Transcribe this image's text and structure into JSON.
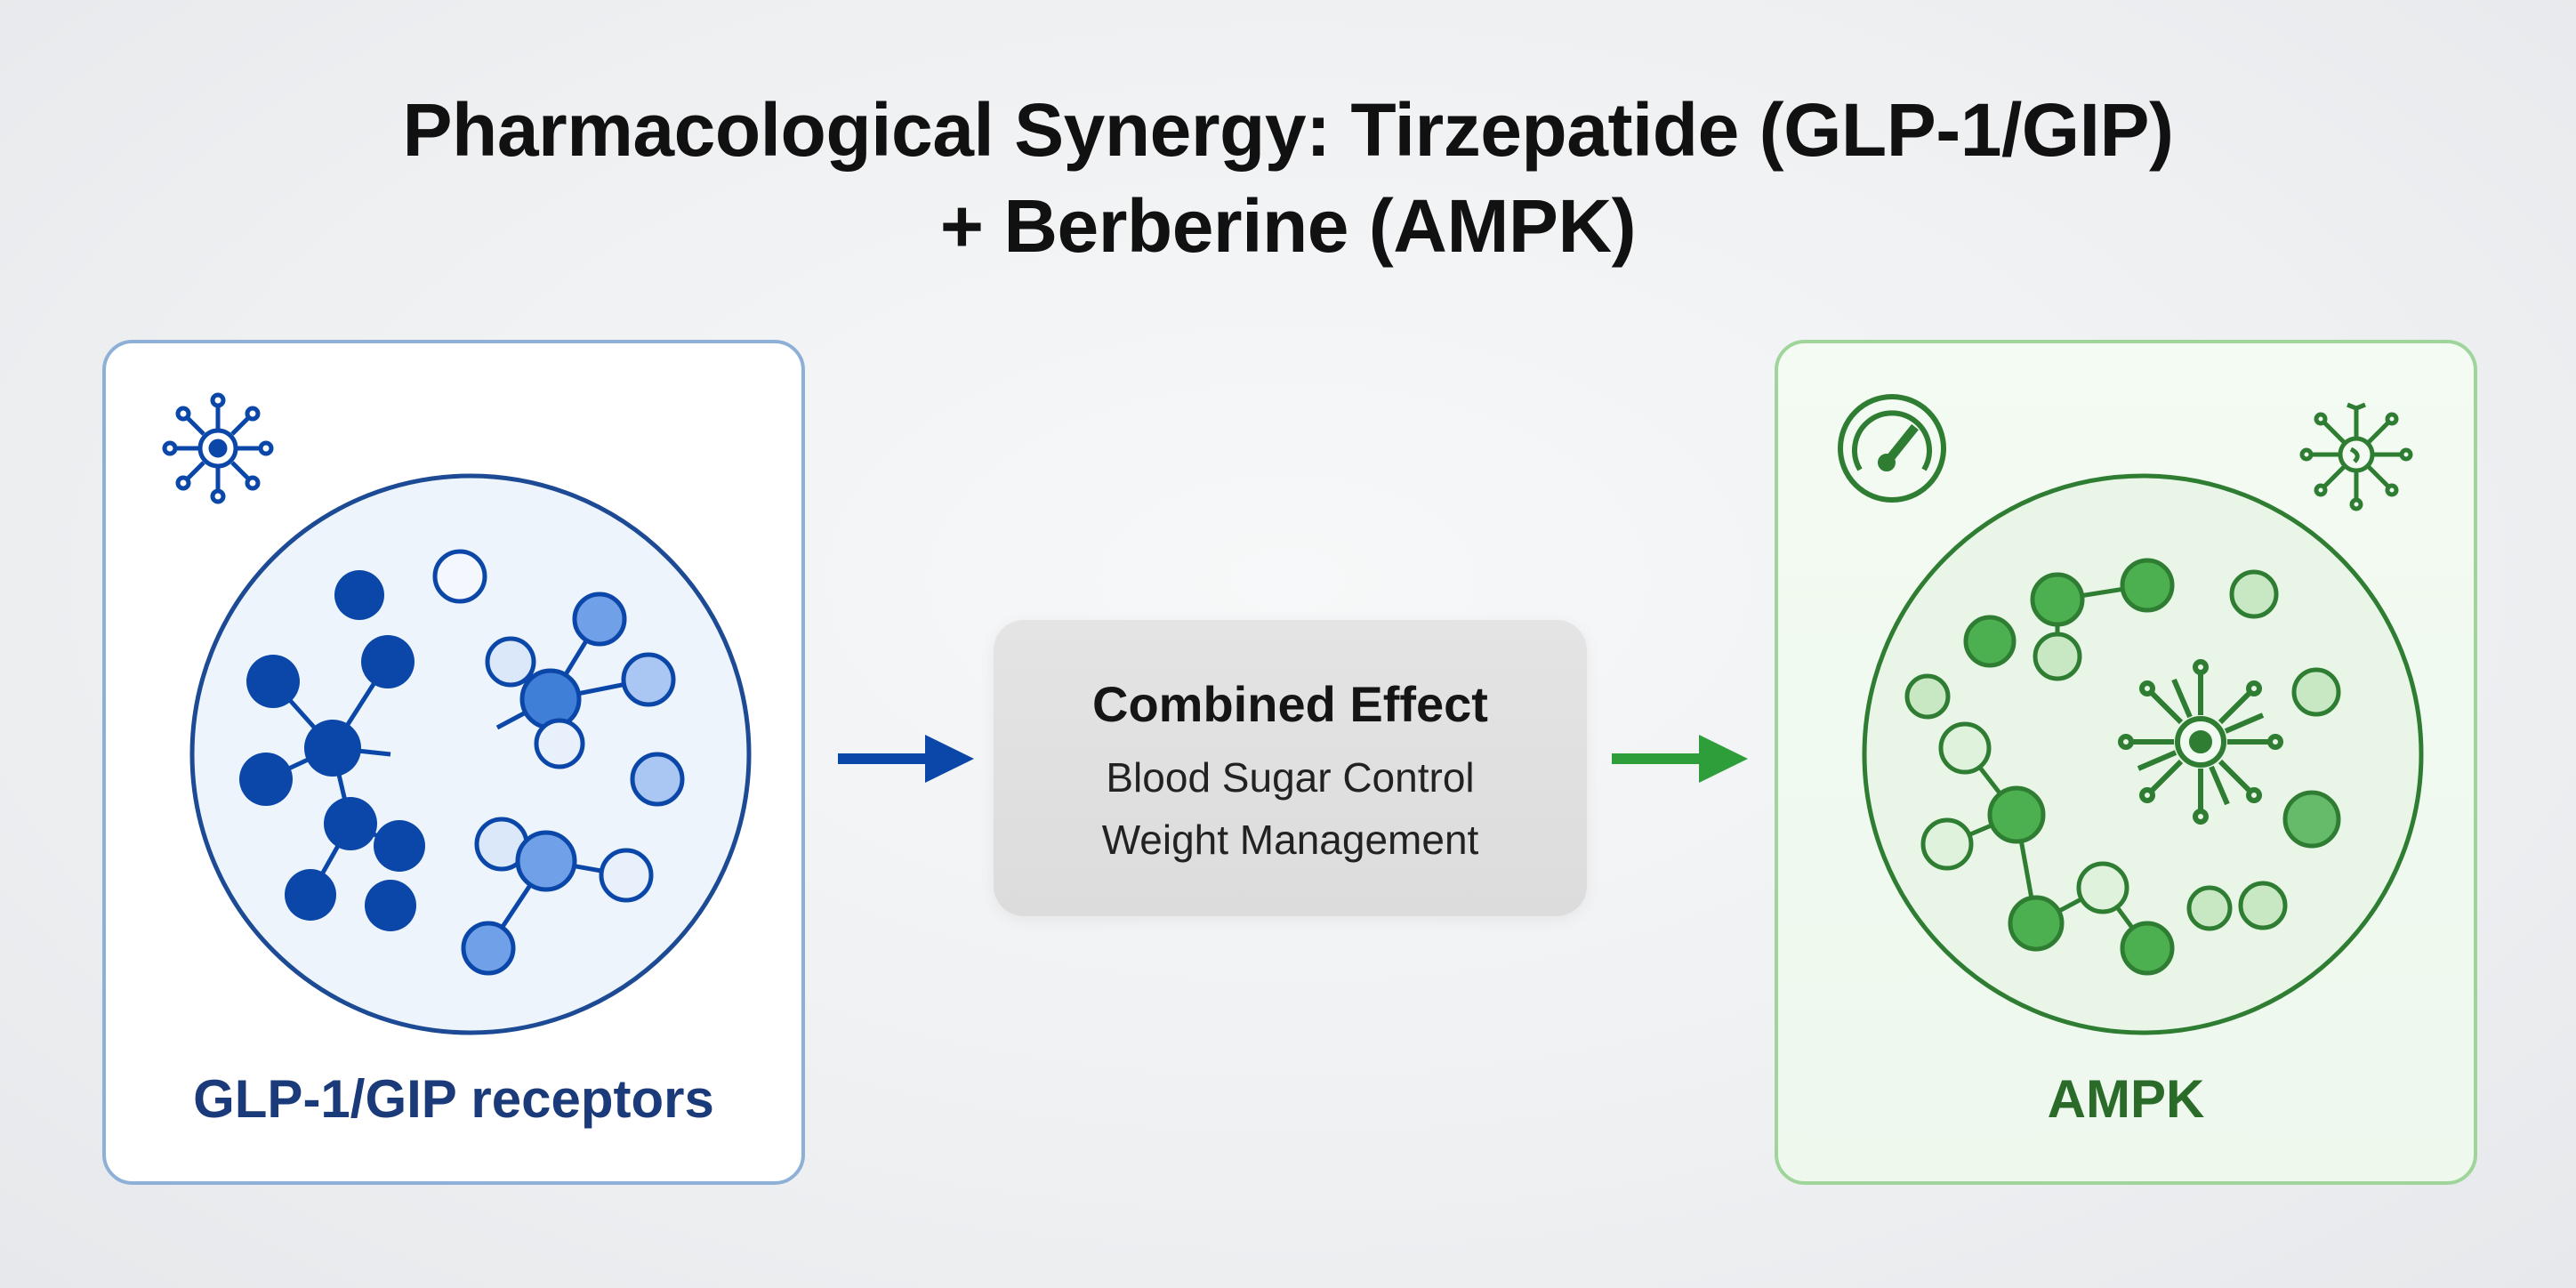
{
  "title": {
    "line1": "Pharmacological Synergy: Tirzepatide (GLP-1/GIP)",
    "line2": "+ Berberine (AMPK)"
  },
  "left_panel": {
    "label": "GLP-1/GIP receptors",
    "icon": "receptor-icon",
    "accent": "#0b47a8"
  },
  "center": {
    "title": "Combined Effect",
    "lines": [
      "Blood Sugar Control",
      "Weight Management"
    ]
  },
  "right_panel": {
    "label": "AMPK",
    "icons": [
      "gauge-icon",
      "enzyme-icon"
    ],
    "accent": "#2e8b3a"
  },
  "arrows": {
    "left_color": "#0b47a8",
    "right_color": "#2e9e3a"
  }
}
